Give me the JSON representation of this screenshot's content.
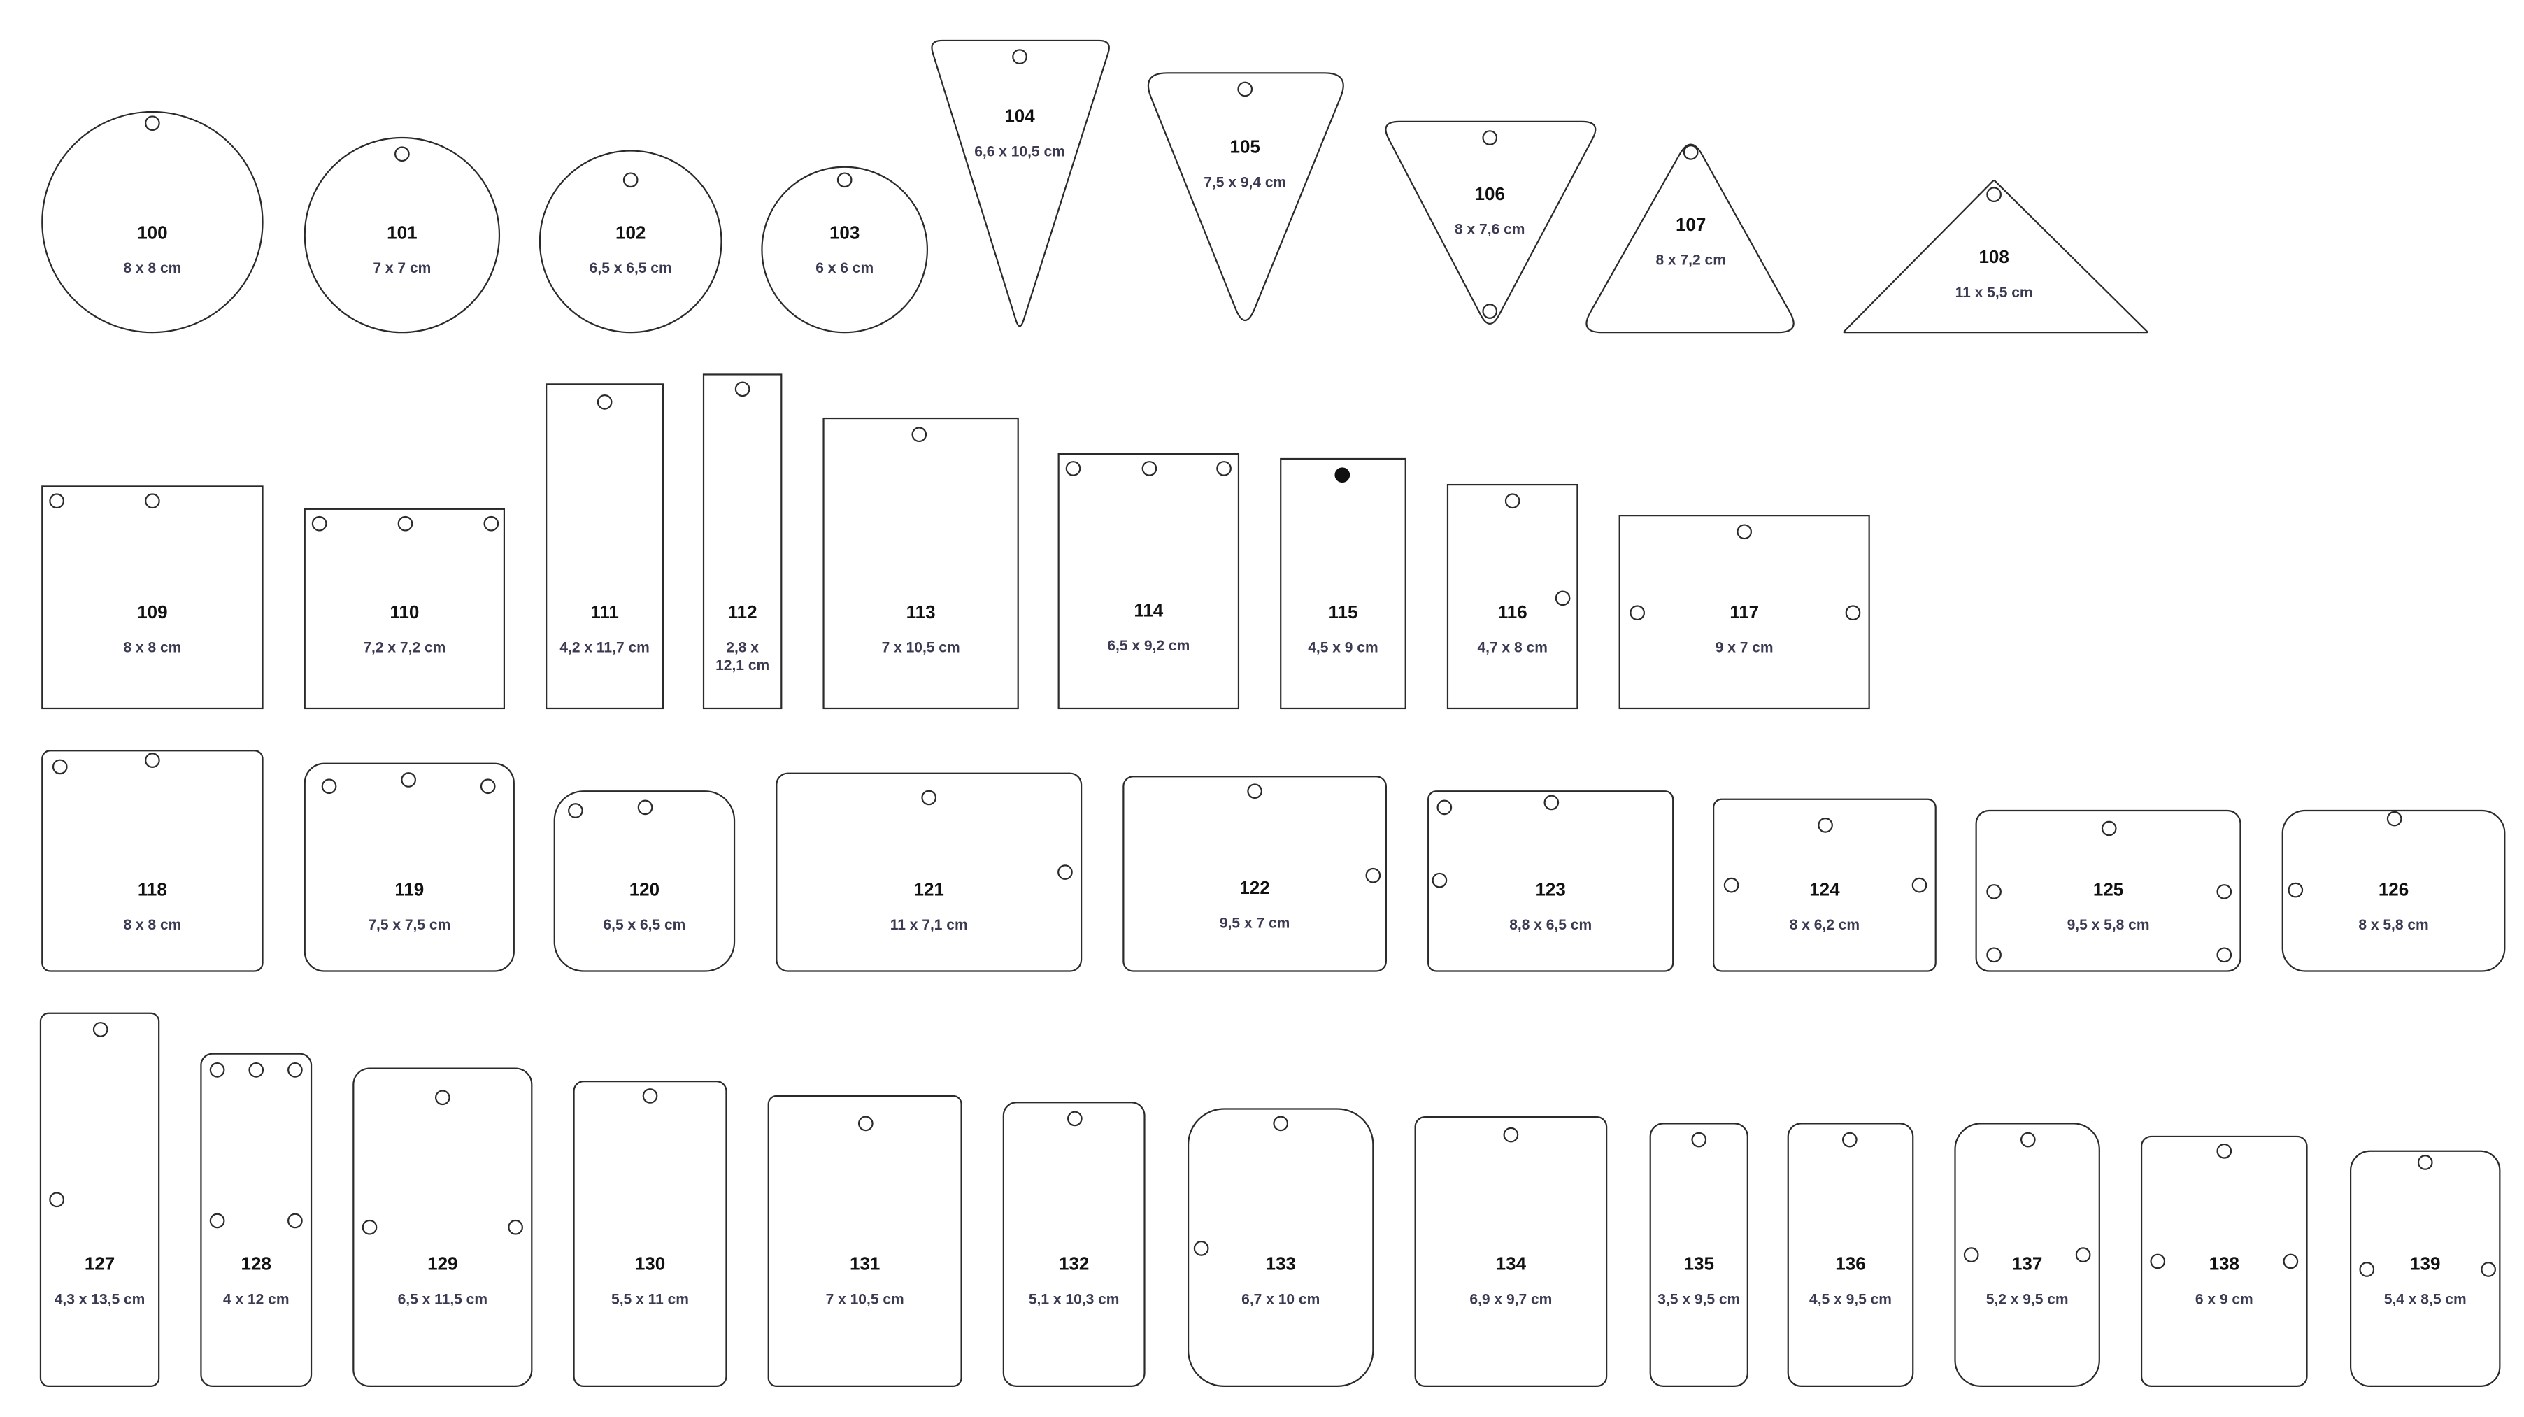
{
  "shapes": [
    {
      "code": "100",
      "size": "8 x 8 cm"
    },
    {
      "code": "101",
      "size": "7 x 7 cm"
    },
    {
      "code": "102",
      "size": "6,5 x 6,5 cm"
    },
    {
      "code": "103",
      "size": "6 x 6 cm"
    },
    {
      "code": "104",
      "size": "6,6 x 10,5 cm"
    },
    {
      "code": "105",
      "size": "7,5 x 9,4 cm"
    },
    {
      "code": "106",
      "size": "8 x 7,6 cm"
    },
    {
      "code": "107",
      "size": "8 x 7,2 cm"
    },
    {
      "code": "108",
      "size": "11 x 5,5 cm"
    },
    {
      "code": "109",
      "size": "8 x 8 cm"
    },
    {
      "code": "110",
      "size": "7,2 x 7,2 cm"
    },
    {
      "code": "111",
      "size": "4,2 x 11,7 cm"
    },
    {
      "code": "112",
      "size": "2,8 x",
      "size2": "12,1 cm"
    },
    {
      "code": "113",
      "size": "7 x 10,5 cm"
    },
    {
      "code": "114",
      "size": "6,5 x 9,2 cm"
    },
    {
      "code": "115",
      "size": "4,5 x 9 cm"
    },
    {
      "code": "116",
      "size": "4,7 x 8 cm"
    },
    {
      "code": "117",
      "size": "9 x 7 cm"
    },
    {
      "code": "118",
      "size": "8 x 8 cm"
    },
    {
      "code": "119",
      "size": "7,5 x 7,5 cm"
    },
    {
      "code": "120",
      "size": "6,5 x 6,5 cm"
    },
    {
      "code": "121",
      "size": "11 x 7,1 cm"
    },
    {
      "code": "122",
      "size": "9,5 x 7 cm"
    },
    {
      "code": "123",
      "size": "8,8 x 6,5 cm"
    },
    {
      "code": "124",
      "size": "8 x 6,2 cm"
    },
    {
      "code": "125",
      "size": "9,5 x 5,8 cm"
    },
    {
      "code": "126",
      "size": "8 x 5,8 cm"
    },
    {
      "code": "127",
      "size": "4,3 x 13,5 cm"
    },
    {
      "code": "128",
      "size": "4 x 12 cm"
    },
    {
      "code": "129",
      "size": "6,5 x 11,5 cm"
    },
    {
      "code": "130",
      "size": "5,5 x 11 cm"
    },
    {
      "code": "131",
      "size": "7 x 10,5 cm"
    },
    {
      "code": "132",
      "size": "5,1 x 10,3 cm"
    },
    {
      "code": "133",
      "size": "6,7 x 10 cm"
    },
    {
      "code": "134",
      "size": "6,9 x 9,7 cm"
    },
    {
      "code": "135",
      "size": "3,5 x 9,5 cm"
    },
    {
      "code": "136",
      "size": "4,5 x 9,5 cm"
    },
    {
      "code": "137",
      "size": "5,2 x 9,5 cm"
    },
    {
      "code": "138",
      "size": "6 x 9 cm"
    },
    {
      "code": "139",
      "size": "5,4 x 8,5 cm"
    }
  ]
}
